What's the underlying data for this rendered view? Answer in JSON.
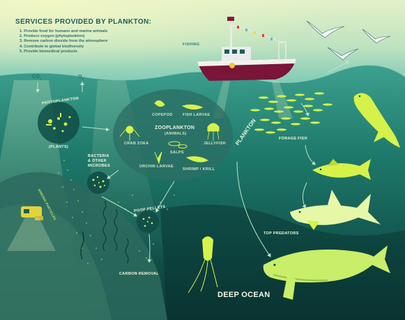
{
  "title": "SERVICES PROVIDED BY PLANKTON:",
  "services": [
    "1.  Provide food for humans and marine animals",
    "2.  Produce oxygen (phytoplankton)",
    "3.  Remove carbon dioxide from the atmosphere",
    "4.  Contribute to global biodiversity",
    "5.  Provide biomedical products"
  ],
  "labels": {
    "fishing": "FISHING",
    "co2": "CO",
    "co2_sub": "2",
    "o2": "O",
    "o2_sub": "2",
    "phytoplankton": "PHYTOPLANKTON",
    "plants": "(PLANTS)",
    "zooplankton": "ZOOPLANKTON",
    "animals": "(ANIMALS)",
    "copepod": "COPEPOD",
    "fish_larvae": "FISH LARVAE",
    "crab_zoea": "CRAB ZOEA",
    "jellyfish": "JELLYFISH",
    "salps": "SALPS",
    "urchin_larvae": "URCHIN LARVAE",
    "shrimp_krill": "SHRIMP / KRILL",
    "bacteria": "BACTERIA",
    "other_microbes_1": "& OTHER",
    "other_microbes_2": "MICROBES",
    "sinking_particles": "SINKING PARTICLES",
    "poop_pellets": "POOP PELLETS",
    "carbon_removal": "CARBON REMOVAL",
    "plankton": "PLANKTON",
    "forage_fish": "FORAGE FISH",
    "top_predators": "TOP PREDATORS",
    "deep_ocean": "DEEP OCEAN"
  },
  "colors": {
    "sky": "#d4ecc4",
    "surface": "#3c9e8c",
    "deep": "#0b3b37",
    "accent": "#d6f24a",
    "boat_hull": "#7a1438",
    "text": "#f2f7d8"
  }
}
